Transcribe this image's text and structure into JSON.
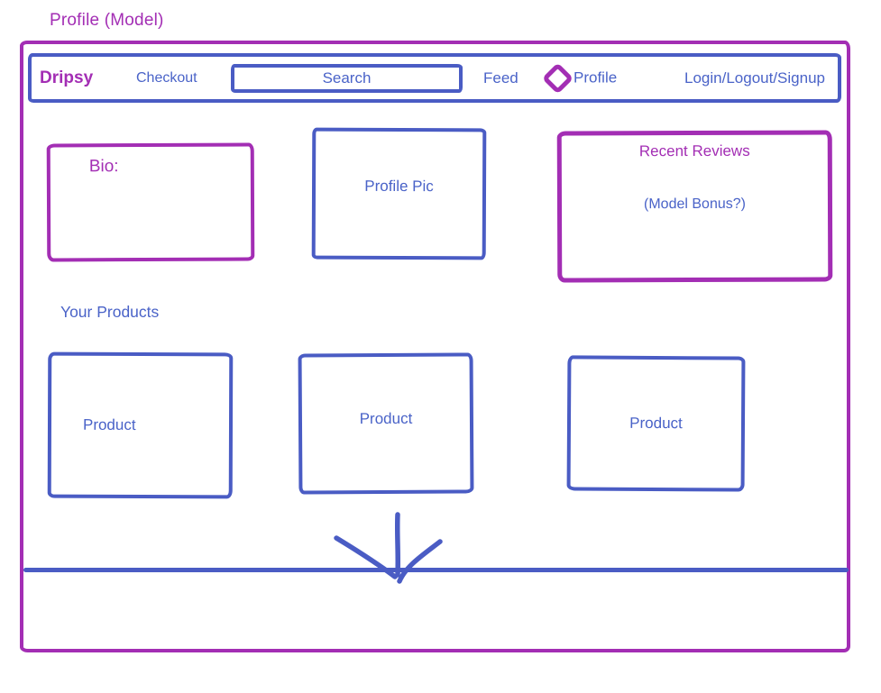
{
  "colors": {
    "purple": "#a32eb4",
    "blue": "#4a5cc4",
    "blue-text": "#4a63c8"
  },
  "page": {
    "title": "Profile (Model)"
  },
  "nav": {
    "brand": "Dripsy",
    "checkout": "Checkout",
    "search_placeholder": "Search",
    "feed": "Feed",
    "profile": "Profile",
    "auth": "Login/Logout/Signup"
  },
  "icons": {
    "profile_marker": "diamond-icon",
    "arrow": "down-arrow-icon"
  },
  "profile_section": {
    "bio_label": "Bio:",
    "profile_pic_label": "Profile Pic",
    "reviews_title": "Recent Reviews",
    "reviews_note": "(Model Bonus?)"
  },
  "products_section": {
    "heading": "Your Products",
    "products": [
      {
        "label": "Product"
      },
      {
        "label": "Product"
      },
      {
        "label": "Product"
      }
    ]
  }
}
